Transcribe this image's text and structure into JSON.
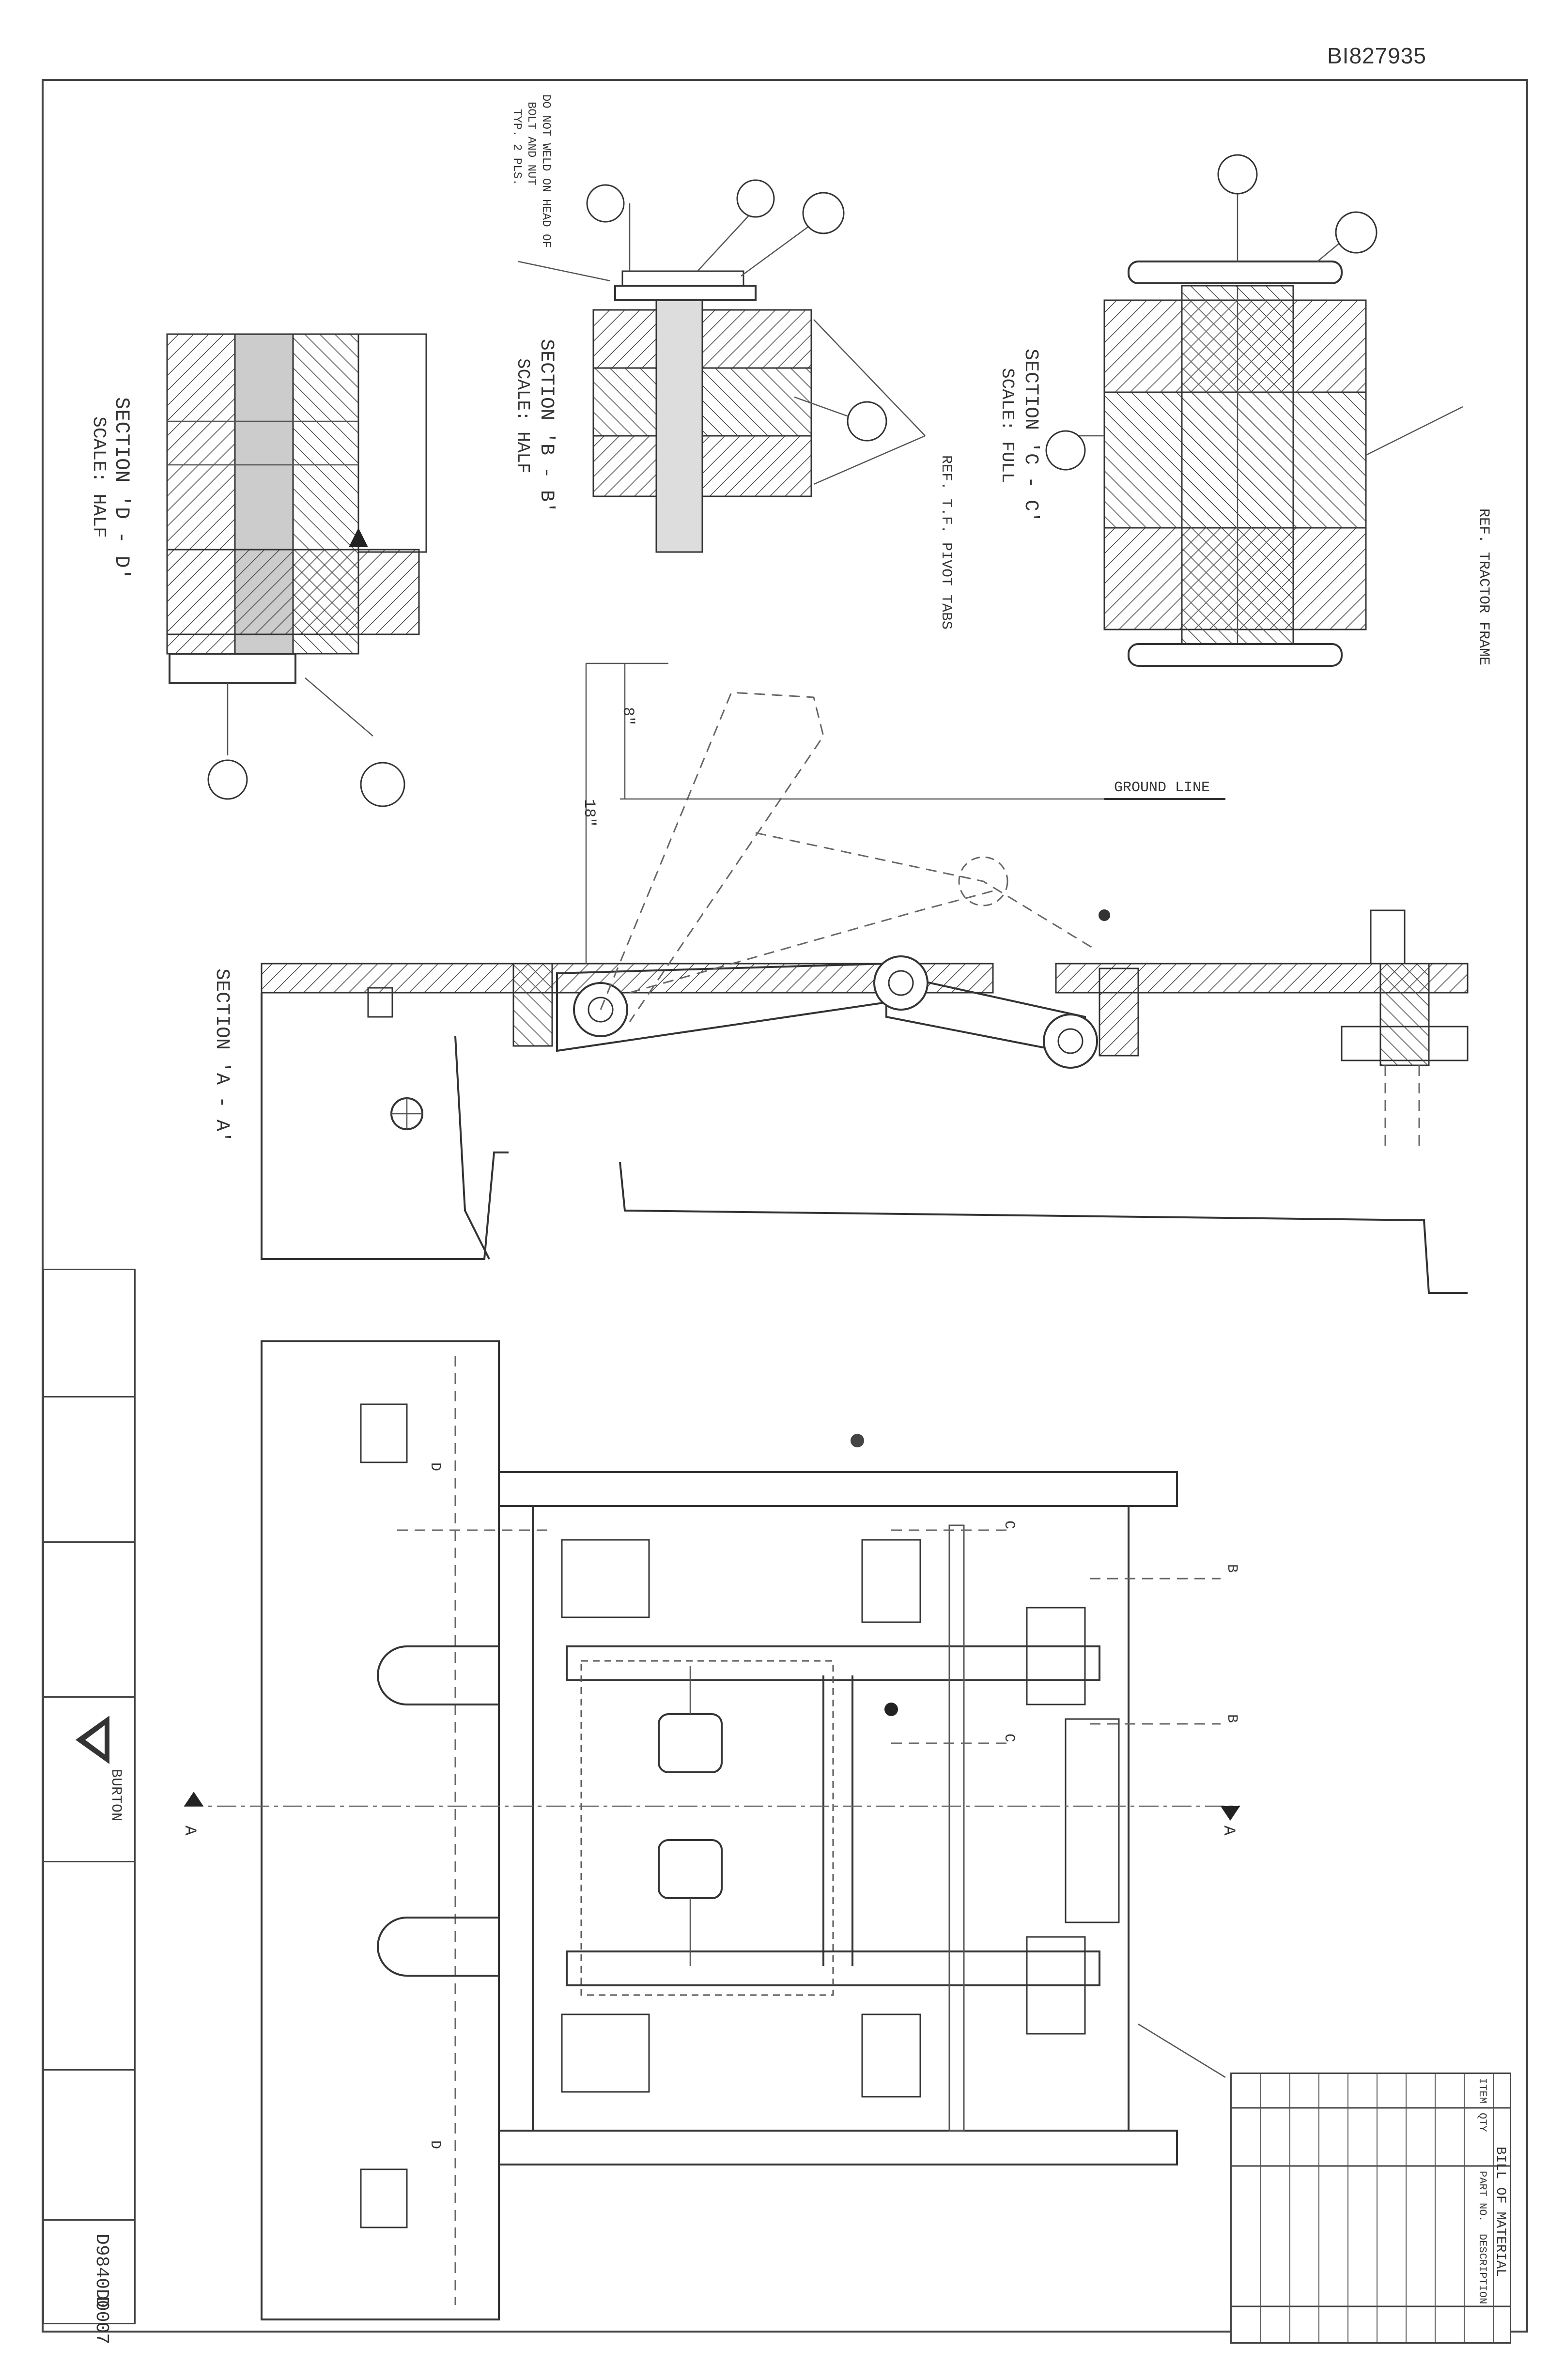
{
  "document_number": "BI827935",
  "sections": {
    "d": {
      "title": "SECTION 'D - D'",
      "scale": "SCALE: HALF"
    },
    "b": {
      "title": "SECTION 'B - B'",
      "scale": "SCALE: HALF"
    },
    "c": {
      "title": "SECTION 'C - C'",
      "scale": "SCALE: FULL"
    },
    "a": {
      "title": "SECTION 'A - A'"
    }
  },
  "notes": {
    "ref_pivot_tabs": "REF. T.F. PIVOT TABS",
    "ref_tractor_frame": "REF. TRACTOR FRAME",
    "ground_line": "GROUND LINE",
    "do_not_weld_1": "DO NOT WELD ON HEAD OF",
    "do_not_weld_2": "BOLT AND NUT",
    "do_not_weld_3": "TYP. 2 PLS.",
    "dim_18": "18\"",
    "dim_8": "8\""
  },
  "section_markers": {
    "a": "A",
    "b": "B",
    "c": "C",
    "d": "D"
  },
  "title_block": {
    "company": "BURTON",
    "drawing_number": "D9840D0007",
    "revision": "D"
  },
  "bill_of_materials": {
    "header": "BILL OF MATERIAL",
    "columns": [
      "ITEM",
      "QTY",
      "PART NO.",
      "DESCRIPTION"
    ]
  },
  "colors": {
    "ink": "#333333",
    "paper": "#ffffff"
  }
}
